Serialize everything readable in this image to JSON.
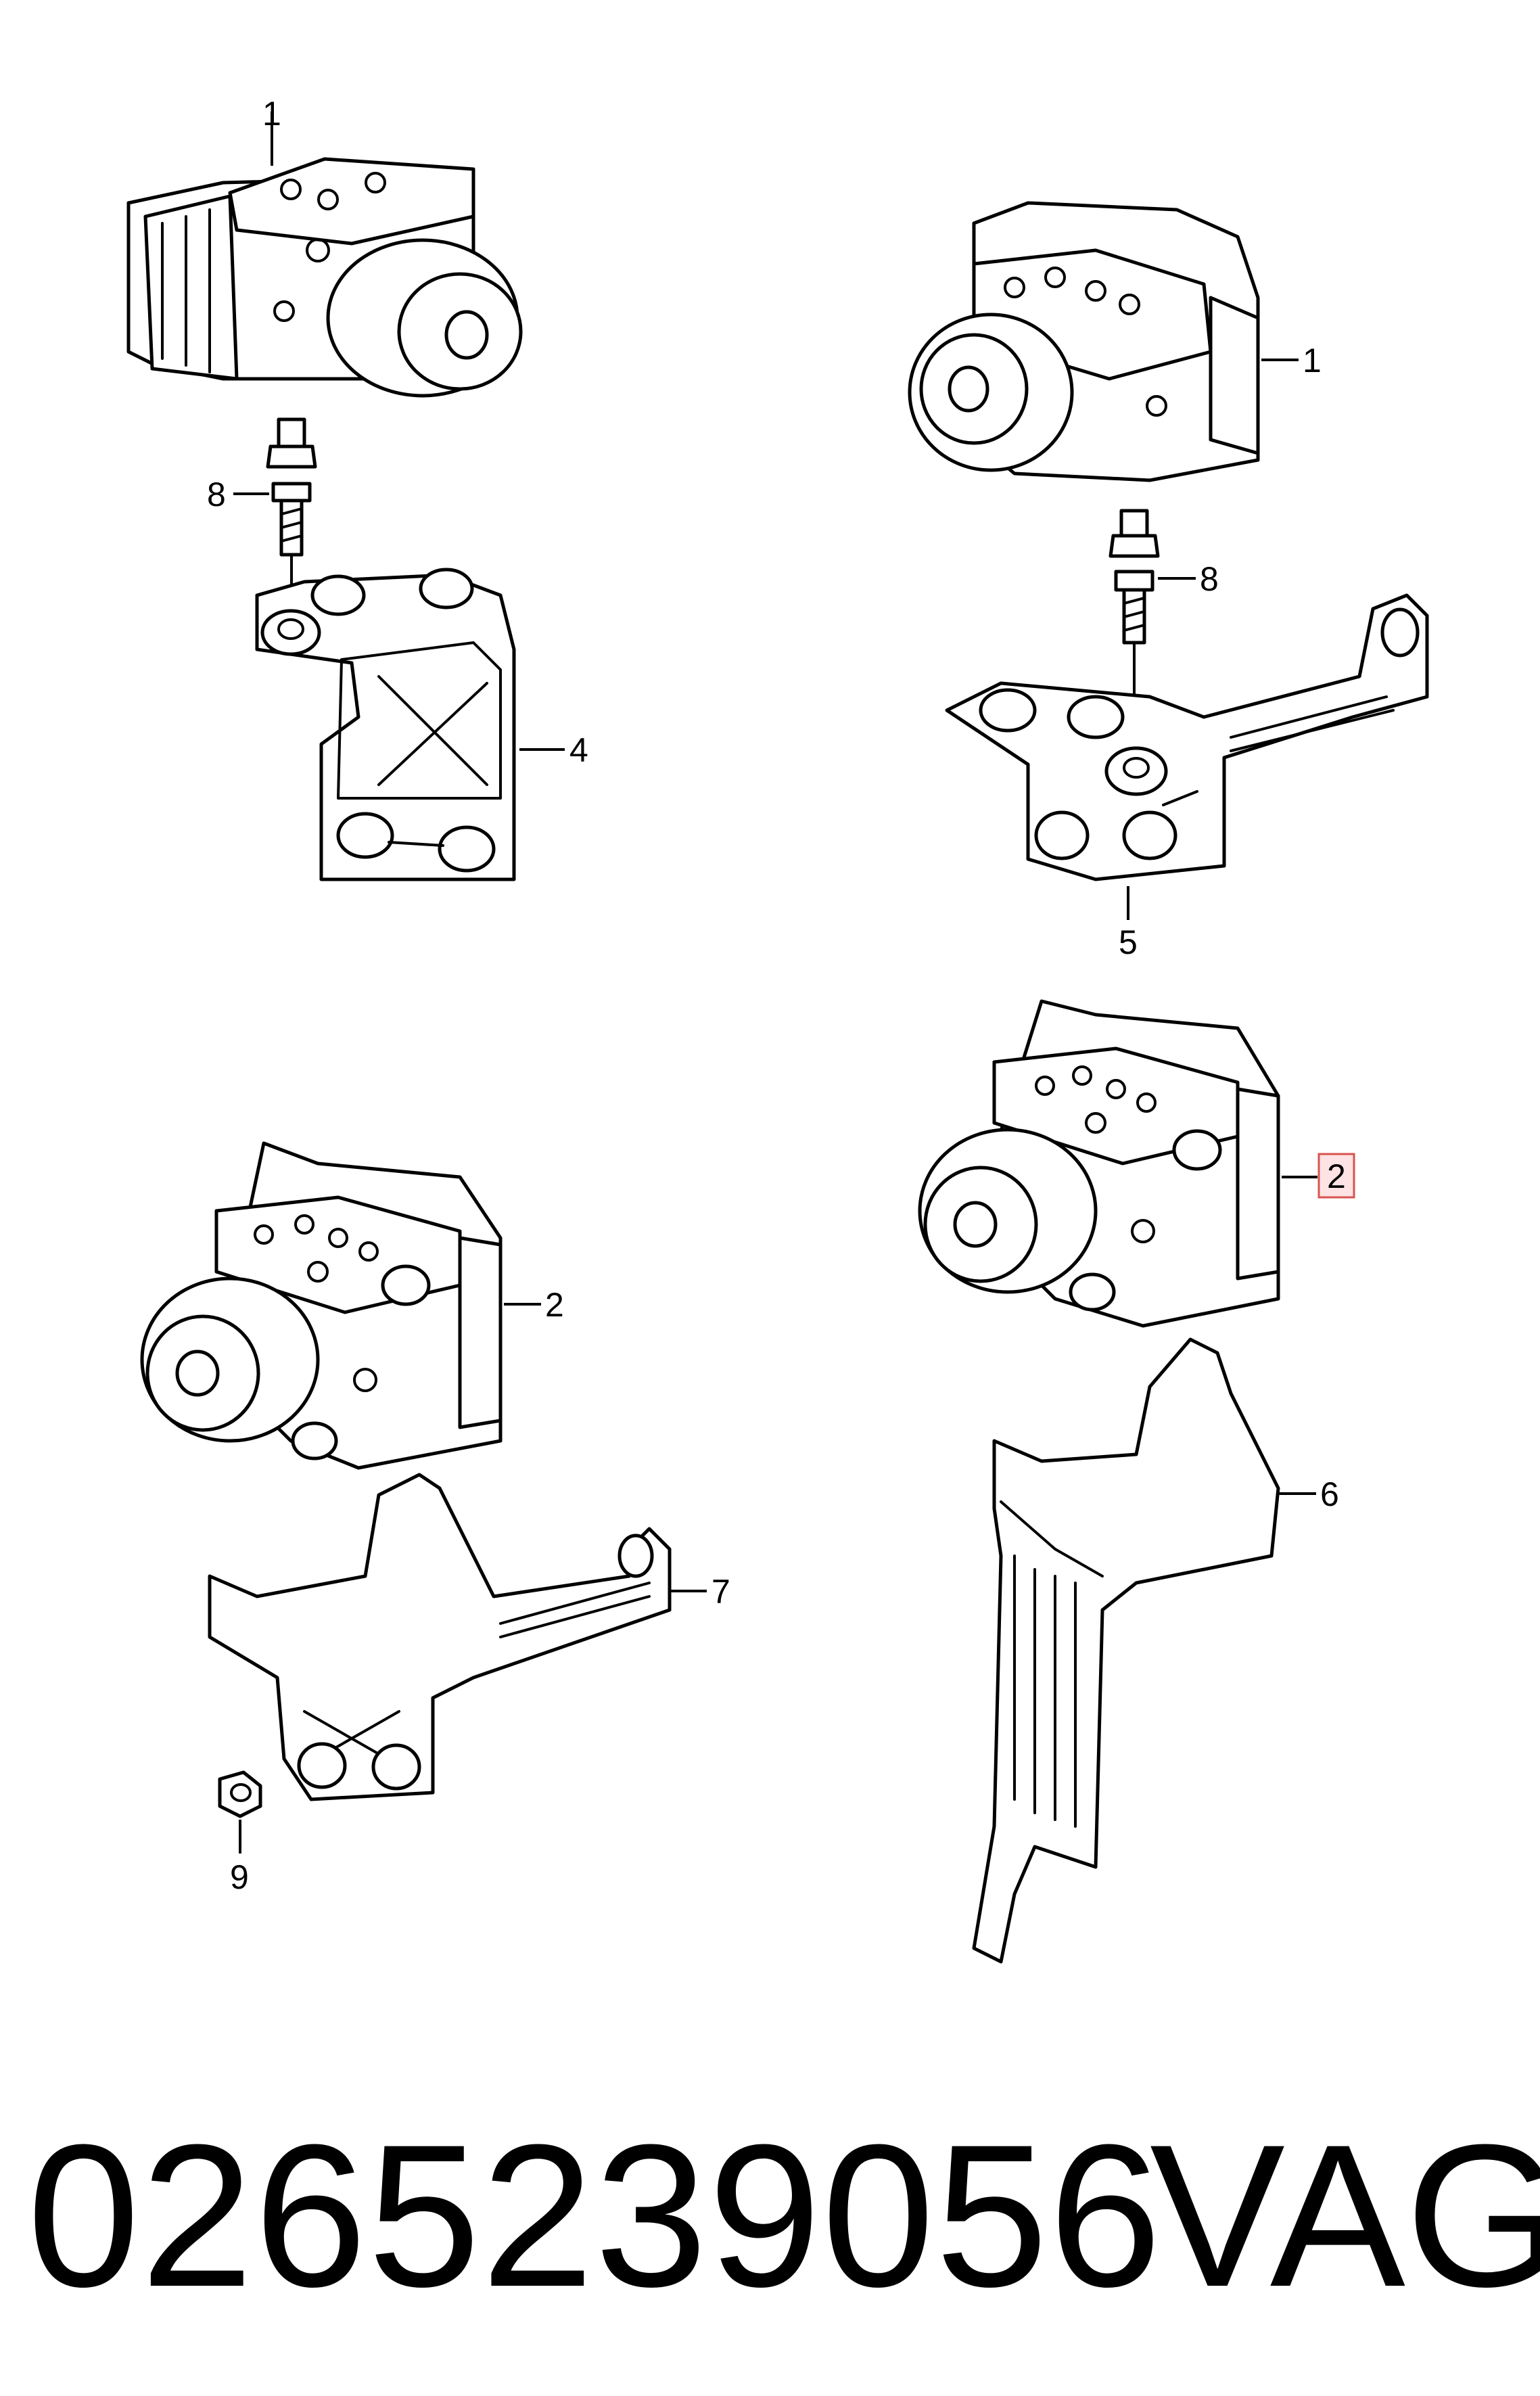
{
  "callouts": {
    "top_left_unit": "1",
    "top_left_stud": "8",
    "top_left_bracket": "4",
    "top_right_unit": "1",
    "top_right_stud": "8",
    "top_right_bracket": "5",
    "bottom_left_unit": "2",
    "bottom_left_bracket": "7",
    "bottom_left_nut": "9",
    "bottom_right_unit": "2",
    "bottom_right_bracket": "6"
  },
  "highlighted_callout": "bottom_right_unit",
  "highlight_color": "#d9534f",
  "footer": {
    "part_number": "0265239056",
    "brand": "VAG"
  }
}
